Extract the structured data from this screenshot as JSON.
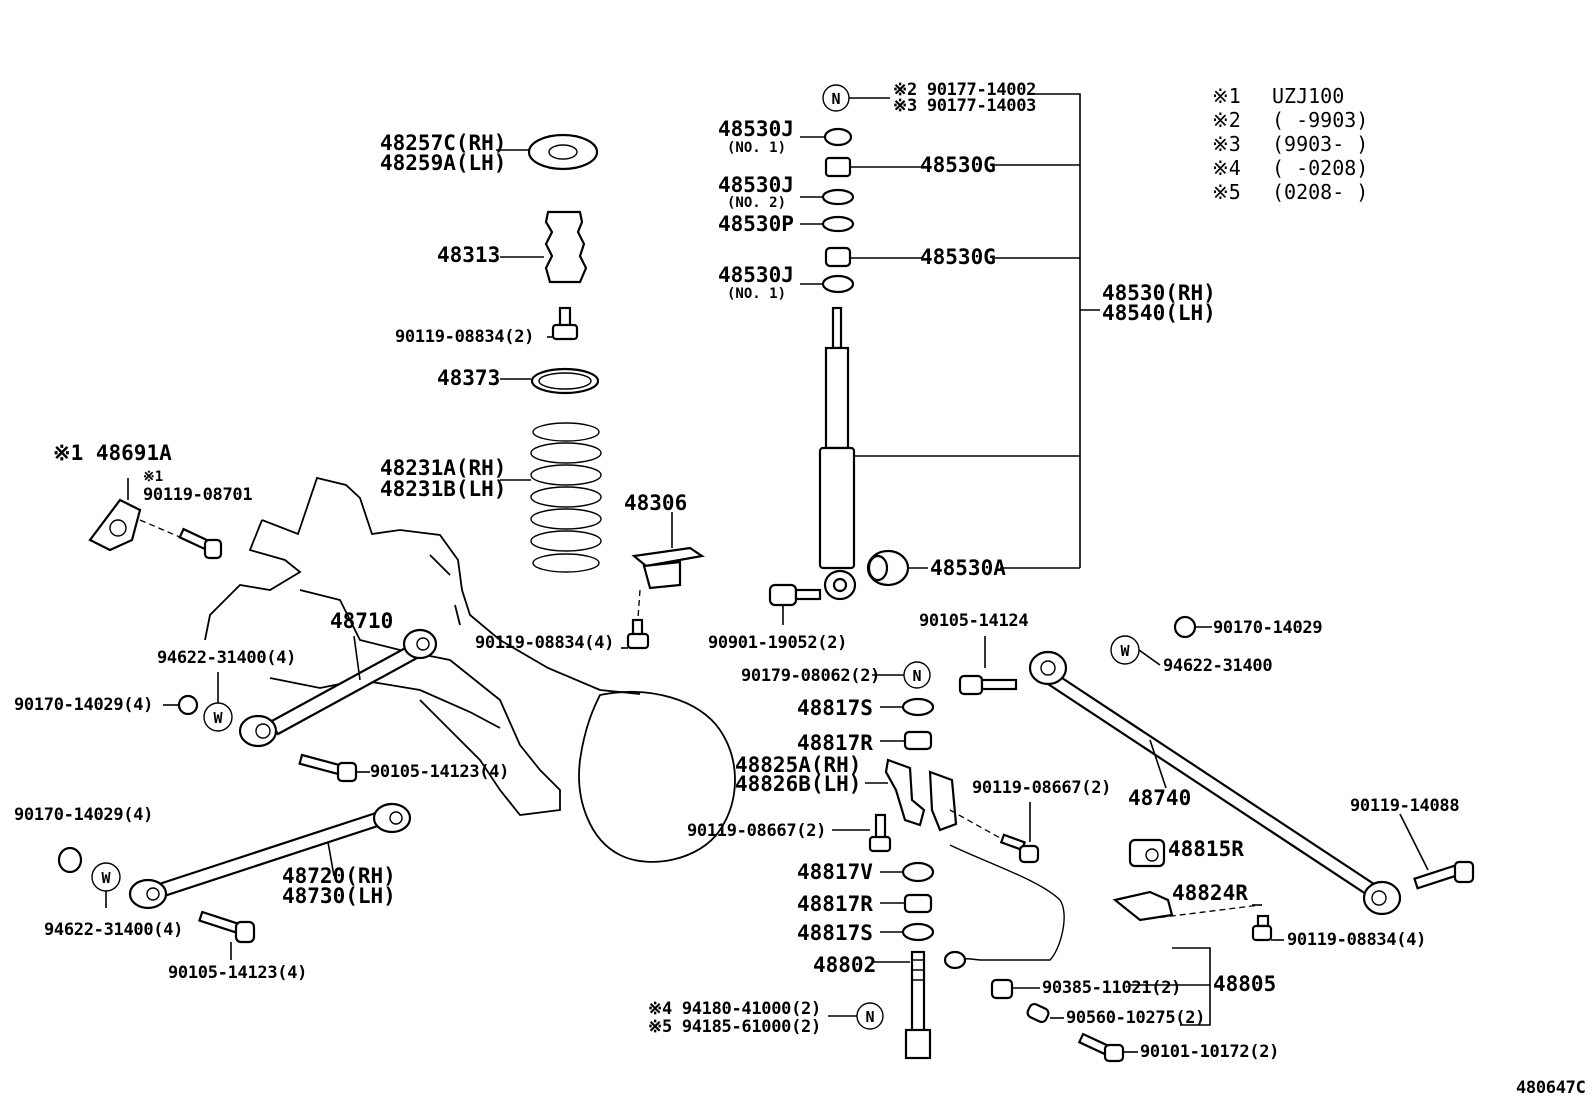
{
  "legend": [
    {
      "mark": "※1",
      "text": "UZJ100"
    },
    {
      "mark": "※2",
      "text": "(      -9903)"
    },
    {
      "mark": "※3",
      "text": "(9903-      )"
    },
    {
      "mark": "※4",
      "text": "(      -0208)"
    },
    {
      "mark": "※5",
      "text": "(0208-      )"
    }
  ],
  "badges": {
    "n": "N",
    "w": "W"
  },
  "labels": {
    "p90177_14002": "※2 90177-14002",
    "p90177_14003": "※3 90177-14003",
    "p48530J_1": "48530J",
    "no1": "(NO. 1)",
    "p48530G_1": "48530G",
    "p48530J_2": "48530J",
    "no2": "(NO. 2)",
    "p48530P": "48530P",
    "p48530G_2": "48530G",
    "p48530J_3": "48530J",
    "no1b": "(NO. 1)",
    "p48530RH": "48530(RH)",
    "p48540LH": "48540(LH)",
    "p48257C": "48257C(RH)",
    "p48259A": "48259A(LH)",
    "p48313": "48313",
    "p90119_08834_2": "90119-08834(2)",
    "p48373": "48373",
    "p48231A": "48231A(RH)",
    "p48231B": "48231B(LH)",
    "p48691A": "※1 48691A",
    "mark1": "※1",
    "p90119_08701": "90119-08701",
    "p48306": "48306",
    "p48530A": "48530A",
    "p90901_19052": "90901-19052(2)",
    "p90119_08834_4": "90119-08834(4)",
    "p48710": "48710",
    "p94622_31400_4a": "94622-31400(4)",
    "p90170_14029_4a": "90170-14029(4)",
    "p90105_14123_4a": "90105-14123(4)",
    "p90170_14029_4b": "90170-14029(4)",
    "p48720": "48720(RH)",
    "p48730": "48730(LH)",
    "p94622_31400_4b": "94622-31400(4)",
    "p90105_14123_4b": "90105-14123(4)",
    "p90105_14124": "90105-14124",
    "p90179_08062": "90179-08062(2)",
    "p48817S_1": "48817S",
    "p48817R_1": "48817R",
    "p48825A": "48825A(RH)",
    "p48826B": "48826B(LH)",
    "p90119_08667_a": "90119-08667(2)",
    "p90119_08667_b": "90119-08667(2)",
    "p48817V": "48817V",
    "p48817R_2": "48817R",
    "p48817S_2": "48817S",
    "p48802": "48802",
    "p94180": "※4 94180-41000(2)",
    "p94185": "※5 94185-61000(2)",
    "p90170_14029": "90170-14029",
    "p94622_31400": "94622-31400",
    "p48740": "48740",
    "p90119_14088": "90119-14088",
    "p48815R": "48815R",
    "p48824R": "48824R",
    "p90119_08834_4b": "90119-08834(4)",
    "p90385": "90385-11021(2)",
    "p48805": "48805",
    "p90560": "90560-10275(2)",
    "p90101": "90101-10172(2)",
    "illustration_id": "480647C"
  }
}
